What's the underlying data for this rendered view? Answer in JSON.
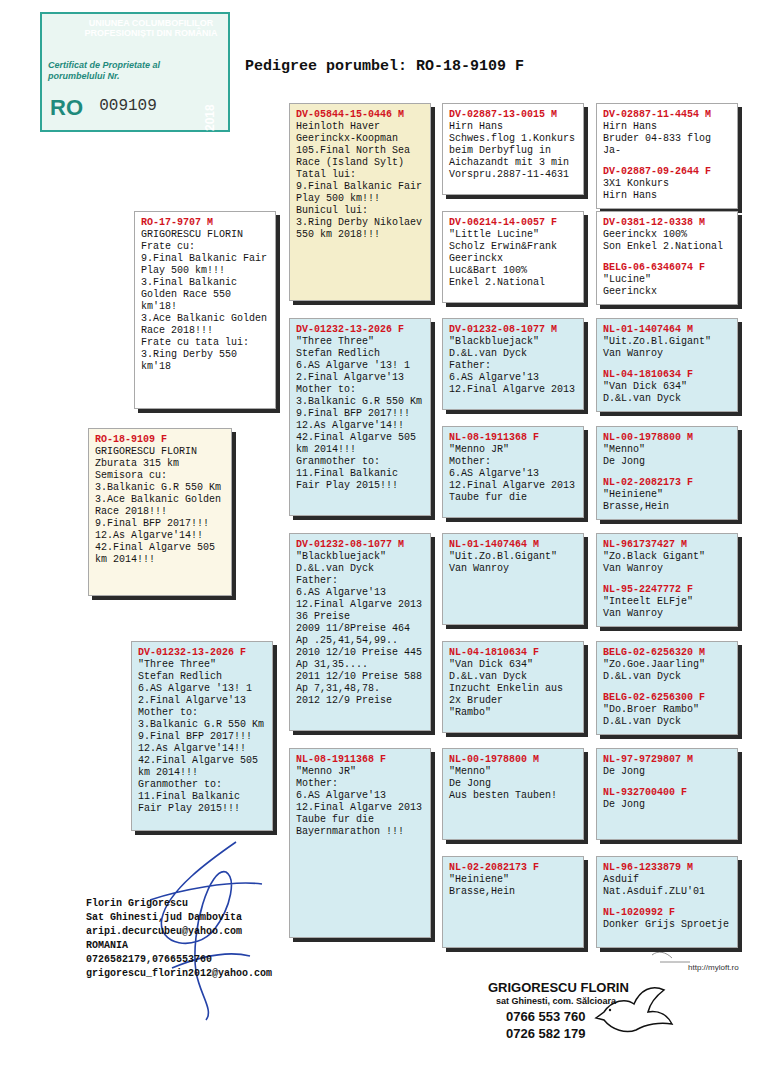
{
  "diagram": {
    "title": "Pedigree porumbel: RO-18-9109 F",
    "nodes": [
      {
        "text": [
          "UNIUNEA COLUMBOFILILOR PROFESIONIȘTI DIN ROMÂNIA",
          "Certificat de Proprietate al porumbelului Nr.",
          "RO",
          "009109",
          "2018"
        ]
      },
      {
        "text": [
          "RO-18-9109 F",
          "GRIGORESCU FLORIN",
          "Zburata 315 km",
          "Semisora cu:",
          "3.Balkanic G.R 550 Km",
          "3.Ace Balkanic Golden Race 2018!!!",
          "9.Final BFP 2017!!!",
          "12.As Algarve'14!!",
          "42.Final Algarve 505 km 2014!!!"
        ]
      },
      {
        "text": [
          "RO-17-9707 M",
          "GRIGORESCU FLORIN",
          "Frate cu:",
          "9.Final Balkanic Fair Play 500 km!!!",
          "3.Final Balkanic Golden Race 550 km'18!",
          "3.Ace Balkanic Golden Race 2018!!!",
          "Frate cu tata lui:",
          "3.Ring Derby 550 km'18"
        ]
      },
      {
        "text": [
          "DV-01232-13-2026 F",
          "\"Three Three\"",
          "Stefan Redlich",
          "6.AS Algarve '13! 1",
          "2.Final Algarve'13",
          "Mother to:",
          "3.Balkanic G.R 550 Km",
          "9.Final BFP 2017!!!",
          "12.As Algarve'14!!",
          "42.Final Algarve 505 km 2014!!!",
          "Granmother to:",
          "11.Final Balkanic Fair Play 2015!!!"
        ]
      },
      {
        "text": [
          "DV-05844-15-0446 M",
          "Heinloth Haver",
          "Geerinckx-Koopman",
          "105.Final North Sea Race (Island Sylt)",
          "Tatal lui:",
          "9.Final Balkanic Fair Play 500 km!!!",
          "Bunicul lui:",
          "3.Ring Derby Nikolaev 550 km 2018!!!"
        ]
      },
      {
        "text": [
          "DV-01232-13-2026 F",
          "\"Three Three\"",
          "Stefan Redlich",
          "6.AS Algarve '13! 1",
          "2.Final Algarve'13",
          "Mother to:",
          "3.Balkanic G.R 550 Km",
          "9.Final BFP 2017!!!",
          "12.As Algarve'14!!",
          "42.Final Algarve 505 km 2014!!!",
          "Granmother to:",
          "11.Final Balkanic Fair Play 2015!!!"
        ]
      },
      {
        "text": [
          "DV-01232-08-1077 M",
          "\"Blackbluejack\"",
          "D.&L.van Dyck",
          "Father:",
          "6.AS Algarve'13",
          "12.Final Algarve 2013",
          "36 Preise",
          "2009 11/8Preise 464 Ap .25,41,54,99..",
          "2010 12/10 Preise 445 Ap 31,35....",
          "2011 12/10 Preise 588 Ap 7,31,48,78.",
          "2012 12/9 Preise"
        ]
      },
      {
        "text": [
          "NL-08-1911368 F",
          "\"Menno JR\"",
          "Mother:",
          "6.AS Algarve'13",
          "12.Final Algarve 2013",
          "Taube fur die Bayernmarathon !!!"
        ]
      },
      {
        "text": [
          "DV-02887-13-0015 M",
          "Hirn Hans",
          "Schwes.flog 1.Konkurs beim Derbyflug in Aichazandt mit 3 min Vorspru.2887-11-4631"
        ]
      },
      {
        "text": [
          "DV-06214-14-0057 F",
          "\"Little Lucine\"",
          "Scholz Erwin&Frank",
          "Geerinckx",
          "Luc&Bart 100%",
          "Enkel 2.National"
        ]
      },
      {
        "text": [
          "DV-01232-08-1077 M",
          "\"Blackbluejack\"",
          "D.&L.van Dyck",
          "Father:",
          "6.AS Algarve'13",
          "12.Final Algarve 2013"
        ]
      },
      {
        "text": [
          "NL-08-1911368 F",
          "\"Menno JR\"",
          "Mother:",
          "6.AS Algarve'13",
          "12.Final Algarve 2013",
          "Taube fur die"
        ]
      },
      {
        "text": [
          "NL-01-1407464 M",
          "\"Uit.Zo.Bl.Gigant\"",
          "Van Wanroy"
        ]
      },
      {
        "text": [
          "NL-04-1810634 F",
          "\"Van Dick 634\"",
          "D.&L.van Dyck",
          "Inzucht Enkelin aus 2x Bruder",
          "\"Rambo\""
        ]
      },
      {
        "text": [
          "NL-00-1978800 M",
          "\"Menno\"",
          "De Jong",
          "Aus besten Tauben!"
        ]
      },
      {
        "text": [
          "NL-02-2082173 F",
          "\"Heiniene\"",
          "Brasse,Hein"
        ]
      },
      {
        "text": [
          "DV-02887-11-4454 M",
          "Hirn Hans",
          "Bruder 04-833 flog Ja-",
          "DV-02887-09-2644 F",
          "3X1 Konkurs",
          "Hirn Hans"
        ]
      },
      {
        "text": [
          "DV-0381-12-0338 M",
          "Geerinckx 100%",
          "Son Enkel 2.National",
          "BELG-06-6346074 F",
          "\"Lucine\"",
          "Geerinckx"
        ]
      },
      {
        "text": [
          "NL-01-1407464 M",
          "\"Uit.Zo.Bl.Gigant\"",
          "Van Wanroy",
          "NL-04-1810634 F",
          "\"Van Dick 634\"",
          "D.&L.van Dyck"
        ]
      },
      {
        "text": [
          "NL-00-1978800 M",
          "\"Menno\"",
          "De Jong",
          "NL-02-2082173 F",
          "\"Heiniene\"",
          "Brasse,Hein"
        ]
      },
      {
        "text": [
          "NL-961737427 M",
          "\"Zo.Black Gigant\"",
          "Van Wanroy",
          "NL-95-2247772 F",
          "\"Inteelt ELFje\"",
          "Van Wanroy"
        ]
      },
      {
        "text": [
          "BELG-02-6256320 M",
          "\"Zo.Goe.Jaarling\"",
          "D.&L.van Dyck",
          "BELG-02-6256300 F",
          "\"Do.Broer Rambo\"",
          "D.&L.van Dyck"
        ]
      },
      {
        "text": [
          "NL-97-9729807 M",
          "De Jong",
          "NL-932700400 F",
          "De Jong"
        ]
      },
      {
        "text": [
          "NL-96-1233879 M",
          "Asduif",
          "Nat.Asduif.ZLU'01",
          "NL-1020992 F",
          "Donker Grijs Sproetje"
        ]
      }
    ],
    "labels": [
      "Florin Grigorescu",
      "Sat Ghinesti,jud Dambovita",
      "aripi.decurcubeu@yahoo.com",
      "ROMANIA",
      "0726582179,0766553760",
      "grigorescu_florin2012@yahoo.com",
      "GRIGORESCU FLORIN",
      "sat Ghinesti, com. Sălcioara",
      "0766 553 760",
      "0726 582 179",
      "http://myloft.ro"
    ]
  }
}
